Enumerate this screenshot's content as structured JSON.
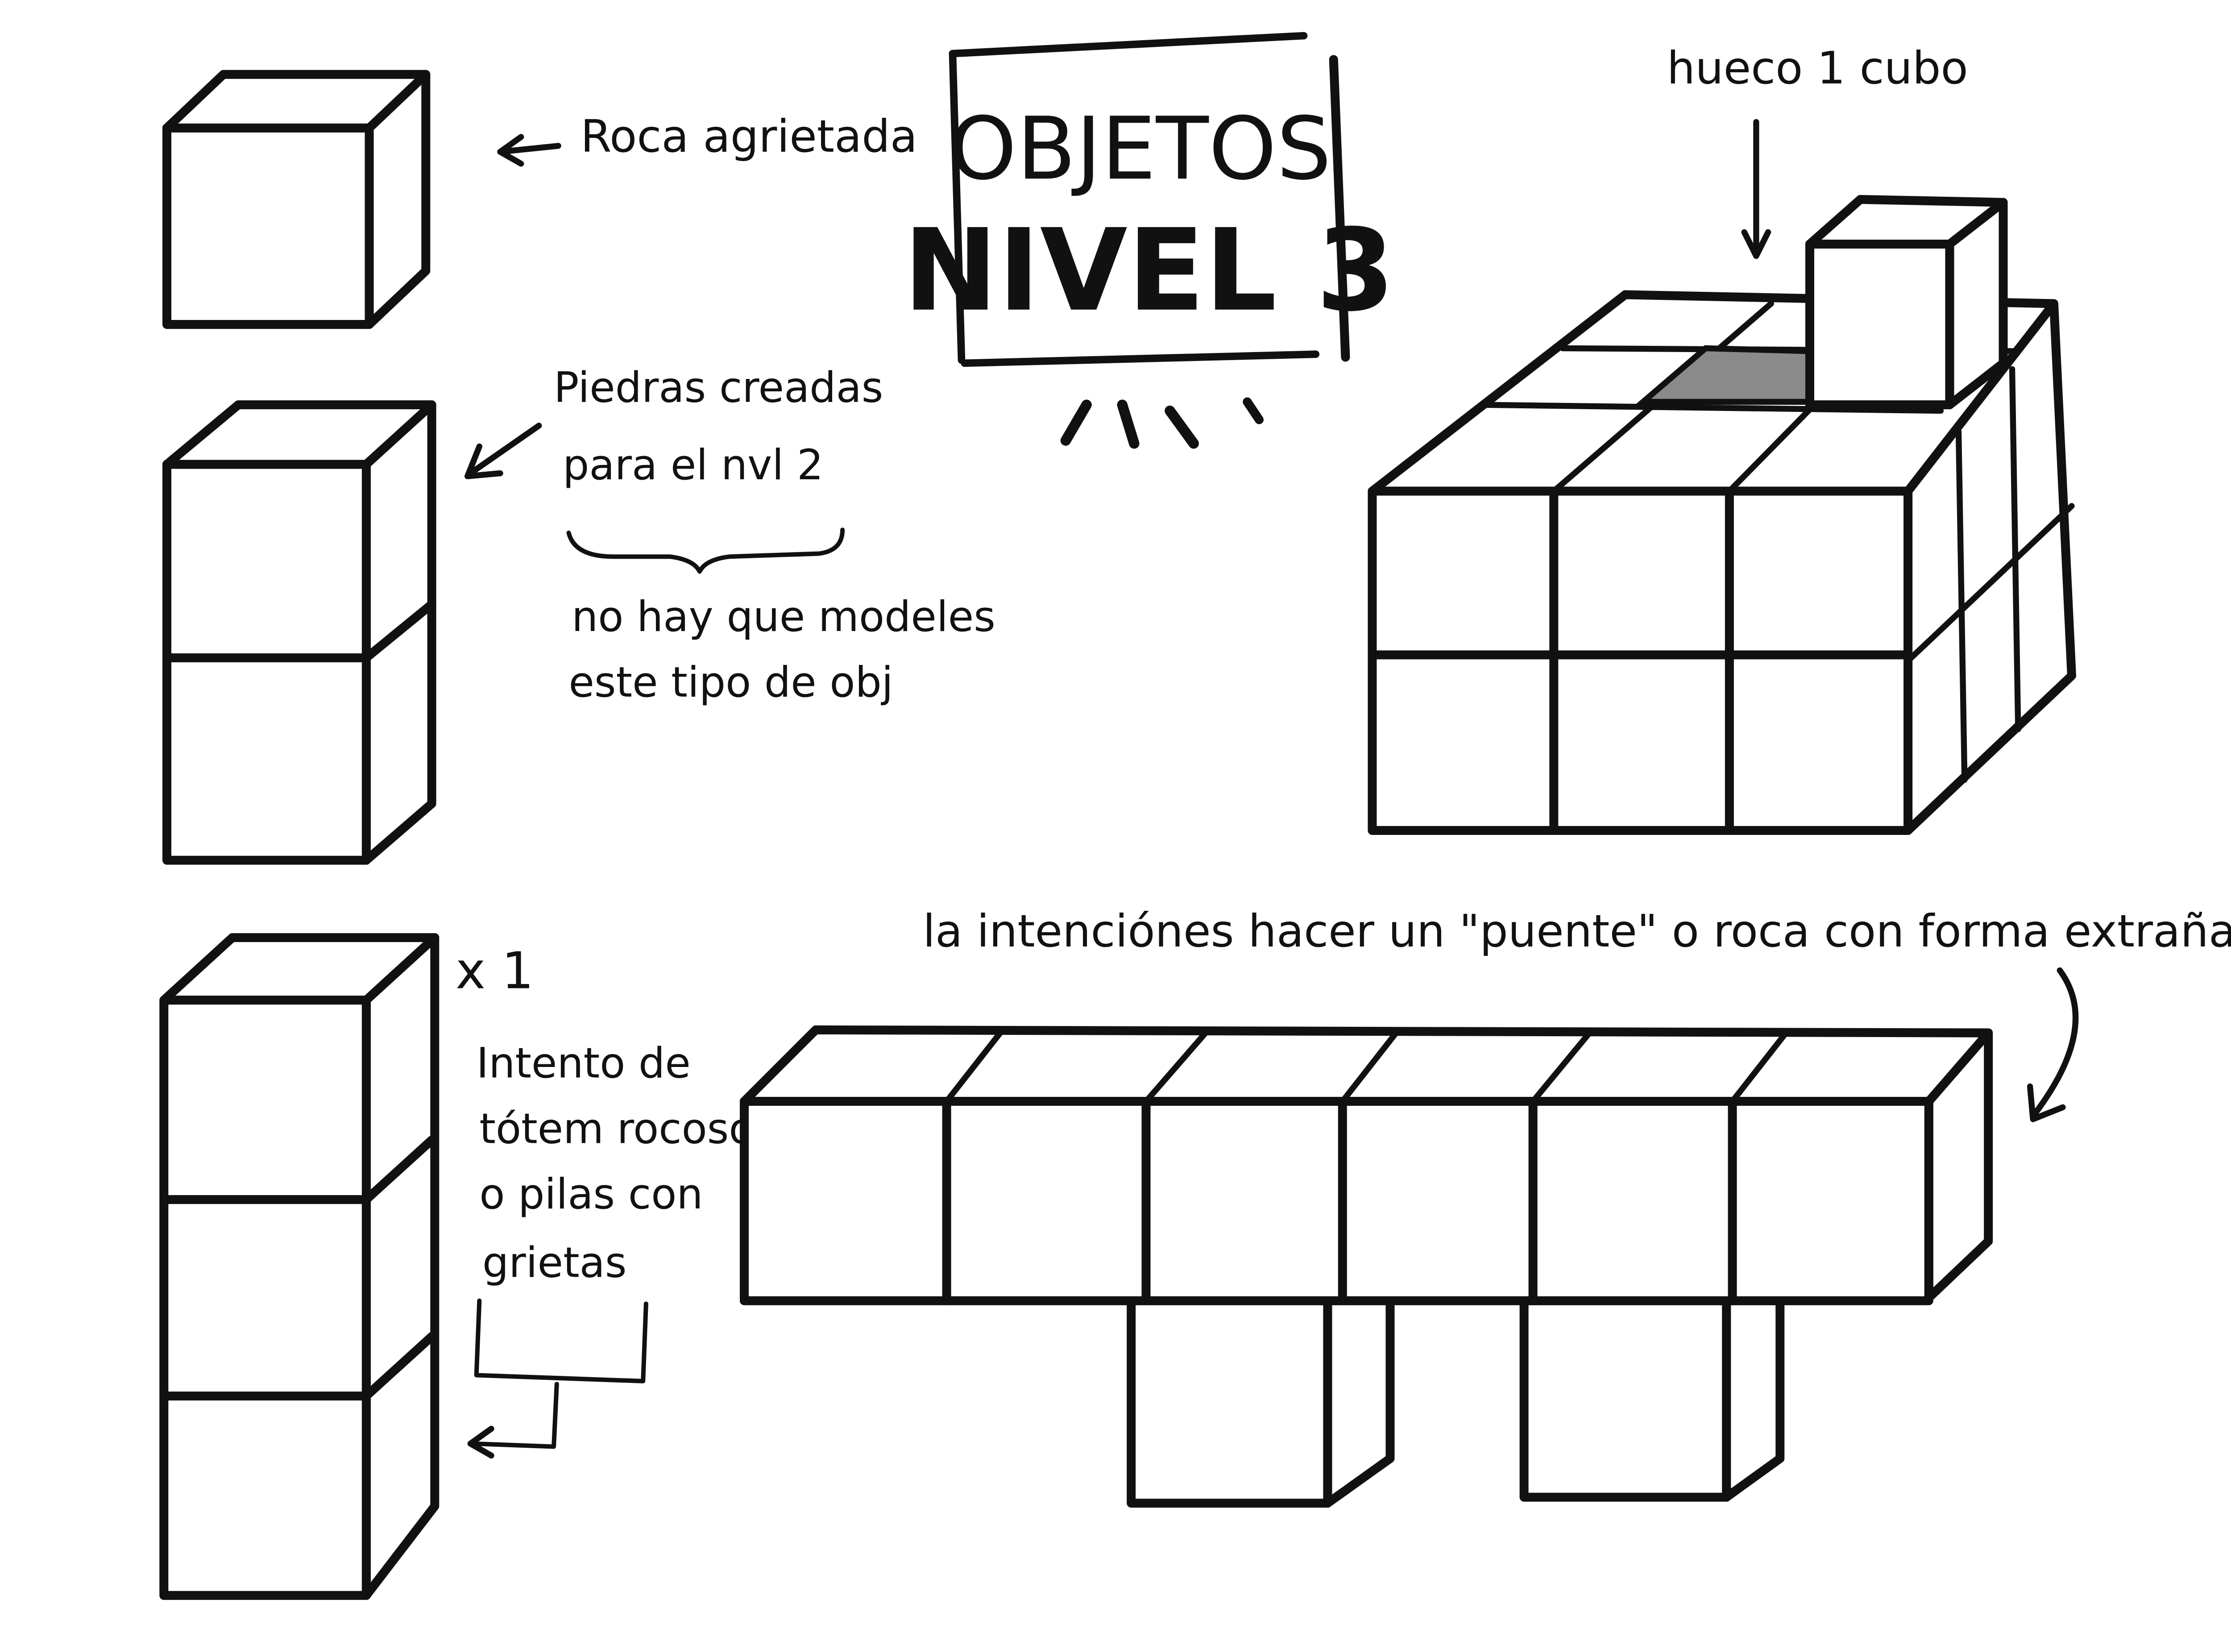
{
  "title": {
    "line1": "OBJETOS",
    "line2": "NIVEL 3"
  },
  "annotations": {
    "roca": "Roca agrietada",
    "piedras_l1": "Piedras creadas",
    "piedras_l2": "para el nvl 2",
    "no_hay_l1": "no hay que modeles",
    "no_hay_l2": "este tipo de obj",
    "hueco": "hueco 1 cubo",
    "times": "x 1",
    "intento_l1": "Intento de",
    "intento_l2": "tótem rocoso",
    "intento_l3": "o pilas con",
    "intento_l4": "grietas",
    "intencion": "la intenciónes hacer un \"puente\" o roca con forma extraña"
  },
  "colors": {
    "ink": "#111111",
    "paper": "#ffffff",
    "hole": "#8a8a8a",
    "hatch": "#888888"
  }
}
